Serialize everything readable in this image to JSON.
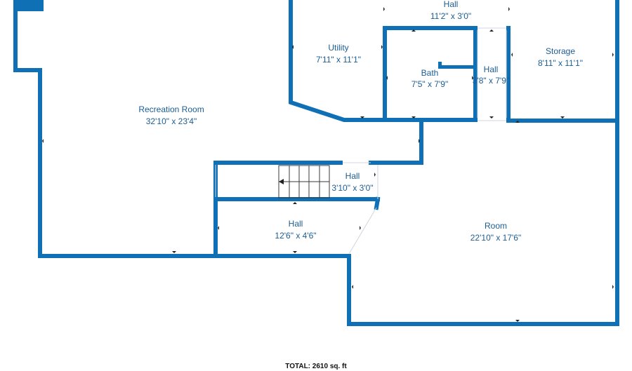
{
  "rooms": {
    "hall_top": {
      "name": "Hall",
      "dims": "11'2\" x 3'0\""
    },
    "utility": {
      "name": "Utility",
      "dims": "7'11\" x 11'1\""
    },
    "storage": {
      "name": "Storage",
      "dims": "8'11\" x 11'1\""
    },
    "bath": {
      "name": "Bath",
      "dims": "7'5\" x 7'9\""
    },
    "hall_narrow": {
      "name": "Hall",
      "dims": "3'8\" x 7'9\""
    },
    "recreation": {
      "name": "Recreation Room",
      "dims": "32'10\" x 23'4\""
    },
    "hall_stair": {
      "name": "Hall",
      "dims": "3'10\" x 3'0\""
    },
    "hall_lower": {
      "name": "Hall",
      "dims": "12'6\" x 4'6\""
    },
    "room": {
      "name": "Room",
      "dims": "22'10\" x 17'6\""
    }
  },
  "total_label": "TOTAL: 2610 sq. ft",
  "colors": {
    "wall": "#1070b5",
    "label": "#1c5d93"
  }
}
